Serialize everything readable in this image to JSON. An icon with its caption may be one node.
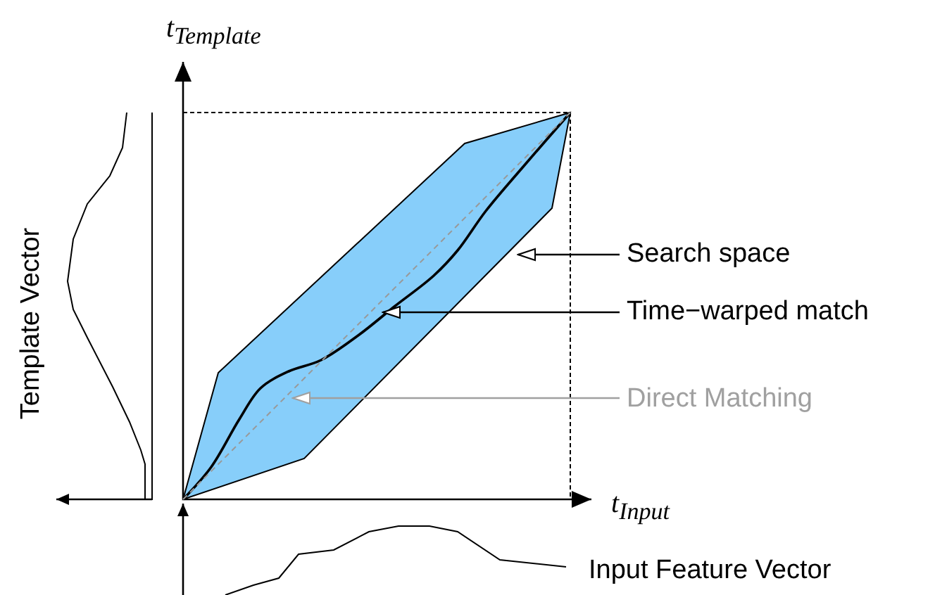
{
  "diagram": {
    "nodes": [
      {
        "text": [],
        "shape": "polygon"
      },
      {
        "text": [],
        "shape": "curve"
      },
      {
        "text": [],
        "shape": "line"
      },
      {
        "text": [
          "Search space"
        ]
      },
      {
        "text": [
          "Time−warped match"
        ]
      },
      {
        "text": [
          "Direct Matching"
        ]
      }
    ],
    "edges": [
      {
        "from": 3,
        "to": 0,
        "arrow": "to"
      },
      {
        "from": 4,
        "to": 1,
        "arrow": "to"
      },
      {
        "from": 5,
        "to": 2,
        "arrow": "to",
        "color": "#a0a0a0"
      }
    ],
    "labels": [
      "t$_{Template}$",
      "Template Vector",
      "t$_{Input}$",
      "Input Feature Vector"
    ]
  }
}
